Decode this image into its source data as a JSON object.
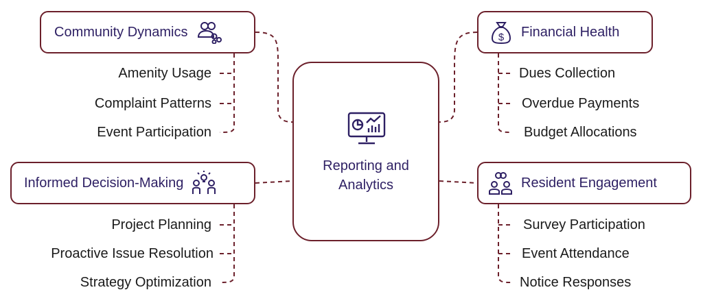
{
  "center": {
    "title": "Reporting and Analytics",
    "icon": "monitor-analytics-icon"
  },
  "colors": {
    "border": "#6b1f2a",
    "category_text": "#2d1f63",
    "label_text": "#1a1a1a"
  },
  "categories": {
    "community": {
      "label": "Community Dynamics",
      "icon": "community-people-icon",
      "items": [
        "Amenity Usage",
        "Complaint Patterns",
        "Event Participation"
      ]
    },
    "decision": {
      "label": "Informed Decision-Making",
      "icon": "idea-people-icon",
      "items": [
        "Project Planning",
        "Proactive Issue Resolution",
        "Strategy Optimization"
      ]
    },
    "financial": {
      "label": "Financial Health",
      "icon": "money-bag-icon",
      "items": [
        "Dues Collection",
        "Overdue Payments",
        "Budget Allocations"
      ]
    },
    "engagement": {
      "label": "Resident Engagement",
      "icon": "residents-icon",
      "items": [
        "Survey Participation",
        "Event Attendance",
        "Notice Responses"
      ]
    }
  }
}
